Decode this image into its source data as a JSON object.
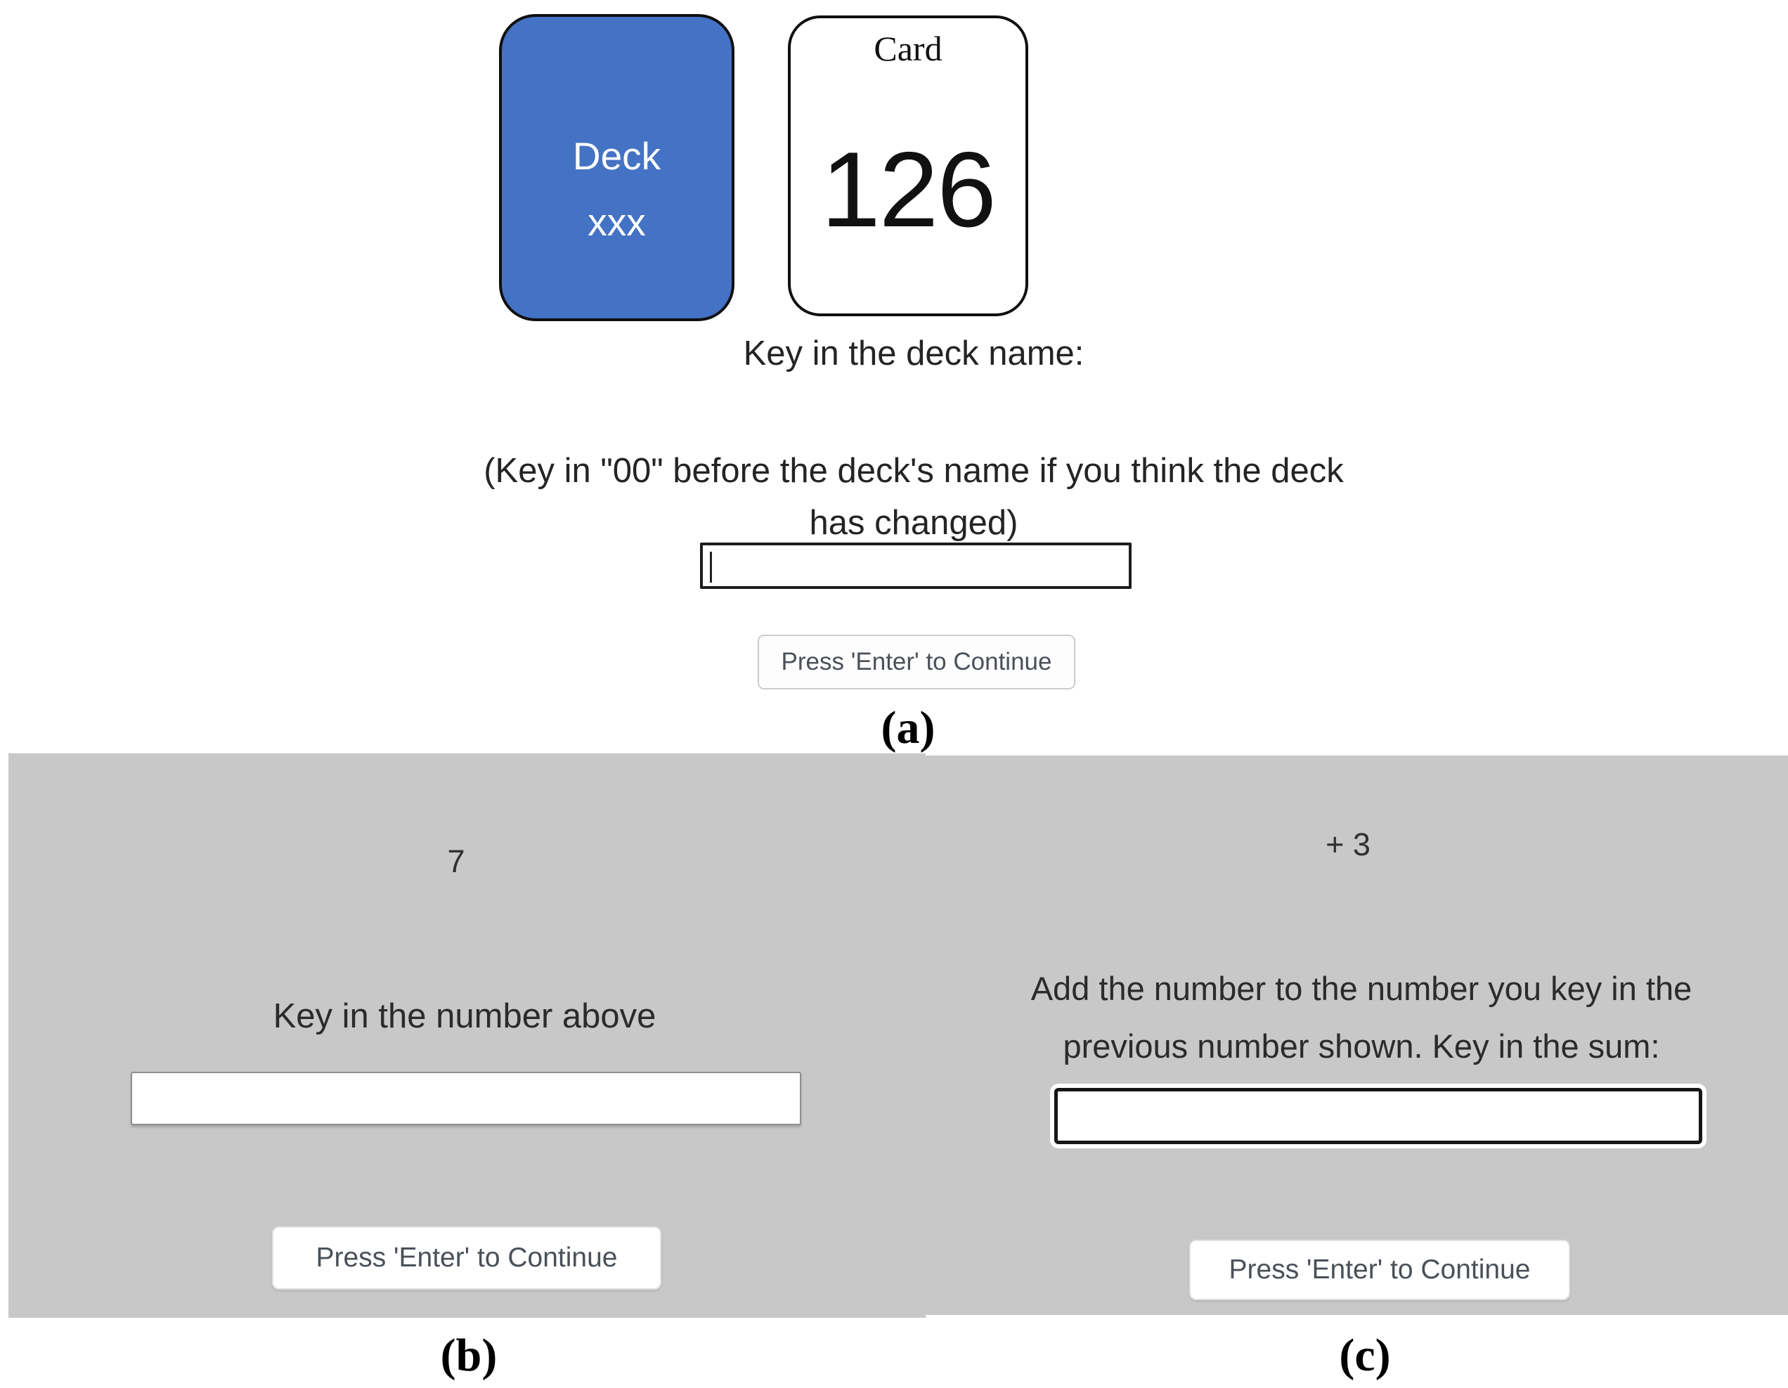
{
  "colors": {
    "deck_blue": "#4472C4",
    "panel_gray": "#c8c8c8",
    "card_border": "#101010"
  },
  "panel_a": {
    "deck_card": {
      "line1": "Deck",
      "line2": "xxx"
    },
    "number_card": {
      "title": "Card",
      "value": "126"
    },
    "prompt": "Key in the deck name:",
    "note_line1": "(Key in \"00\" before the deck's name if you think the deck",
    "note_line2": "has changed)",
    "input_value": "",
    "button_label": "Press 'Enter' to Continue",
    "label": "(a)"
  },
  "panel_b": {
    "number": "7",
    "prompt": "Key in the number above",
    "input_value": "",
    "button_label": "Press 'Enter' to Continue",
    "label": "(b)"
  },
  "panel_c": {
    "number": "+ 3",
    "prompt_line1": "Add the number to the number you key in the",
    "prompt_line2": "previous number shown. Key in the sum:",
    "input_value": "",
    "button_label": "Press 'Enter' to Continue",
    "label": "(c)"
  }
}
